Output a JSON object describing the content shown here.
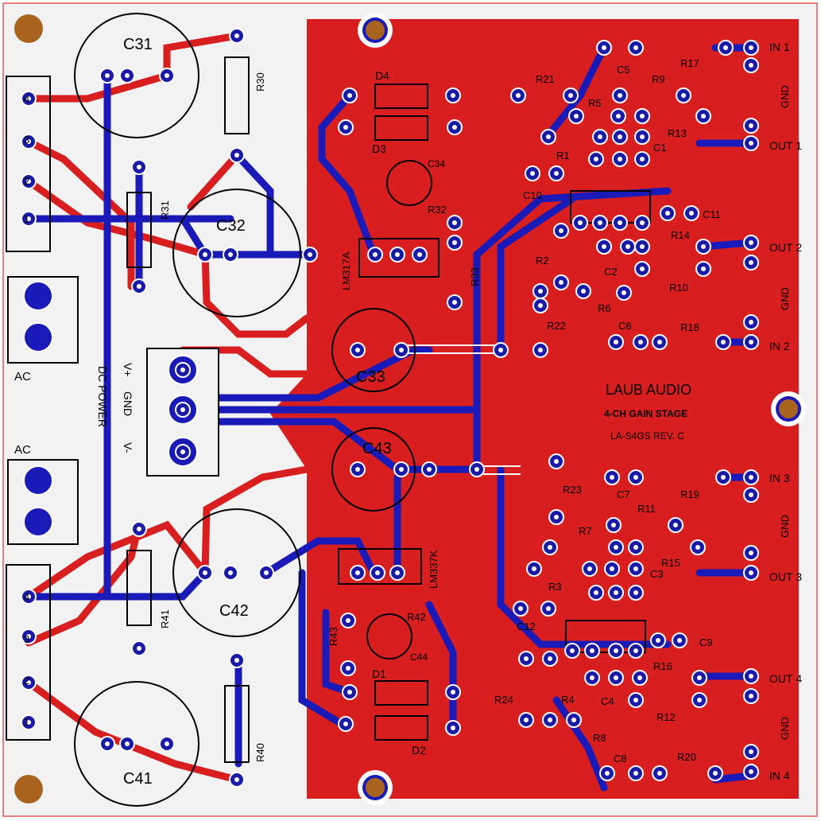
{
  "board": {
    "brand": "LAUB AUDIO",
    "subtitle": "4-CH GAIN STAGE",
    "revision": "LA-S4GS REV. C",
    "colors": {
      "background": "#f2f2f2",
      "copper_top": "#d81e1e",
      "copper_bottom": "#1a1ab8",
      "mounting_hole": "#a8641e",
      "silkscreen": "#000000",
      "outline": "#f08080"
    }
  },
  "connectors": {
    "dc_power": {
      "labels": [
        "V+",
        "GND",
        "V-"
      ],
      "name": "DC POWER"
    },
    "ac_top": "AC",
    "ac_bottom": "AC",
    "right_labels": [
      "IN 1",
      "GND",
      "OUT 1",
      "OUT 2",
      "GND",
      "IN 2",
      "IN 3",
      "GND",
      "OUT 3",
      "OUT 4",
      "GND",
      "IN 4"
    ]
  },
  "components": {
    "capacitors_large": [
      "C31",
      "C32",
      "C33",
      "C43",
      "C42",
      "C41"
    ],
    "regulators": [
      "LM317A",
      "LM337K"
    ],
    "diodes": [
      "D4",
      "D3",
      "D1",
      "D2"
    ],
    "small_caps": [
      "C34",
      "C44",
      "C5",
      "C1",
      "C10",
      "C11",
      "C2",
      "C6",
      "C7",
      "C3",
      "C12",
      "C9",
      "C4",
      "C8"
    ],
    "resistors": [
      "R30",
      "R31",
      "R32",
      "R33",
      "R41",
      "R40",
      "R43",
      "R42",
      "R21",
      "R17",
      "R9",
      "R5",
      "R13",
      "R1",
      "R14",
      "R2",
      "R10",
      "R6",
      "R22",
      "R18",
      "R23",
      "R19",
      "R11",
      "R7",
      "R15",
      "R3",
      "R16",
      "R24",
      "R4",
      "R12",
      "R8",
      "R20"
    ]
  },
  "terminal_marks": {
    "left_top": [
      "4",
      "3",
      "2",
      "1"
    ],
    "left_bottom": [
      "4",
      "3",
      "2",
      "1"
    ]
  }
}
